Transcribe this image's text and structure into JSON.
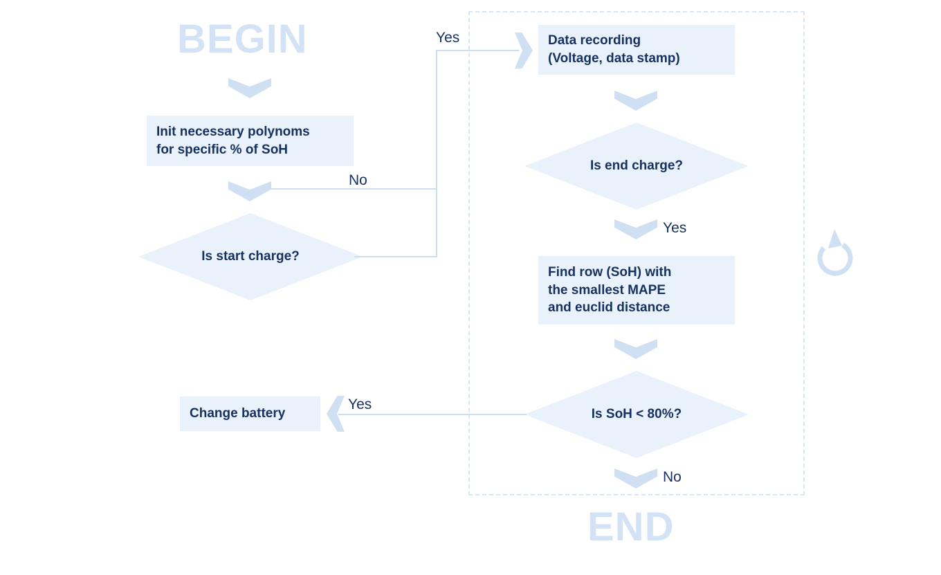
{
  "diagram": {
    "title_begin": "BEGIN",
    "title_end": "END",
    "palette": {
      "node_fill": "#e9f1fb",
      "node_text": "#16305f",
      "connector": "#cfe0f3",
      "line": "#ccdef0",
      "terminal_text": "#d3e3f5",
      "dashed_border": "#d7e6f7",
      "background": "#ffffff"
    },
    "nodes": [
      {
        "id": "init-polynoms",
        "type": "process",
        "text": "Init necessary polynoms\nfor specific % of SoH"
      },
      {
        "id": "is-start-charge",
        "type": "decision",
        "text": "Is start charge?"
      },
      {
        "id": "data-recording",
        "type": "process",
        "text": "Data recording\n(Voltage, data stamp)"
      },
      {
        "id": "is-end-charge",
        "type": "decision",
        "text": "Is end charge?"
      },
      {
        "id": "find-row-soh",
        "type": "process",
        "text": "Find row (SoH) with\nthe smallest MAPE\nand euclid distance"
      },
      {
        "id": "is-soh-below-80",
        "type": "decision",
        "text": "Is SoH < 80%?"
      },
      {
        "id": "change-battery",
        "type": "process",
        "text": "Change battery"
      }
    ],
    "edge_labels": {
      "start_charge_yes": "Yes",
      "start_charge_no": "No",
      "end_charge_yes": "Yes",
      "soh_yes": "Yes",
      "soh_no": "No"
    },
    "loop_icon_name": "loop-refresh-icon"
  }
}
